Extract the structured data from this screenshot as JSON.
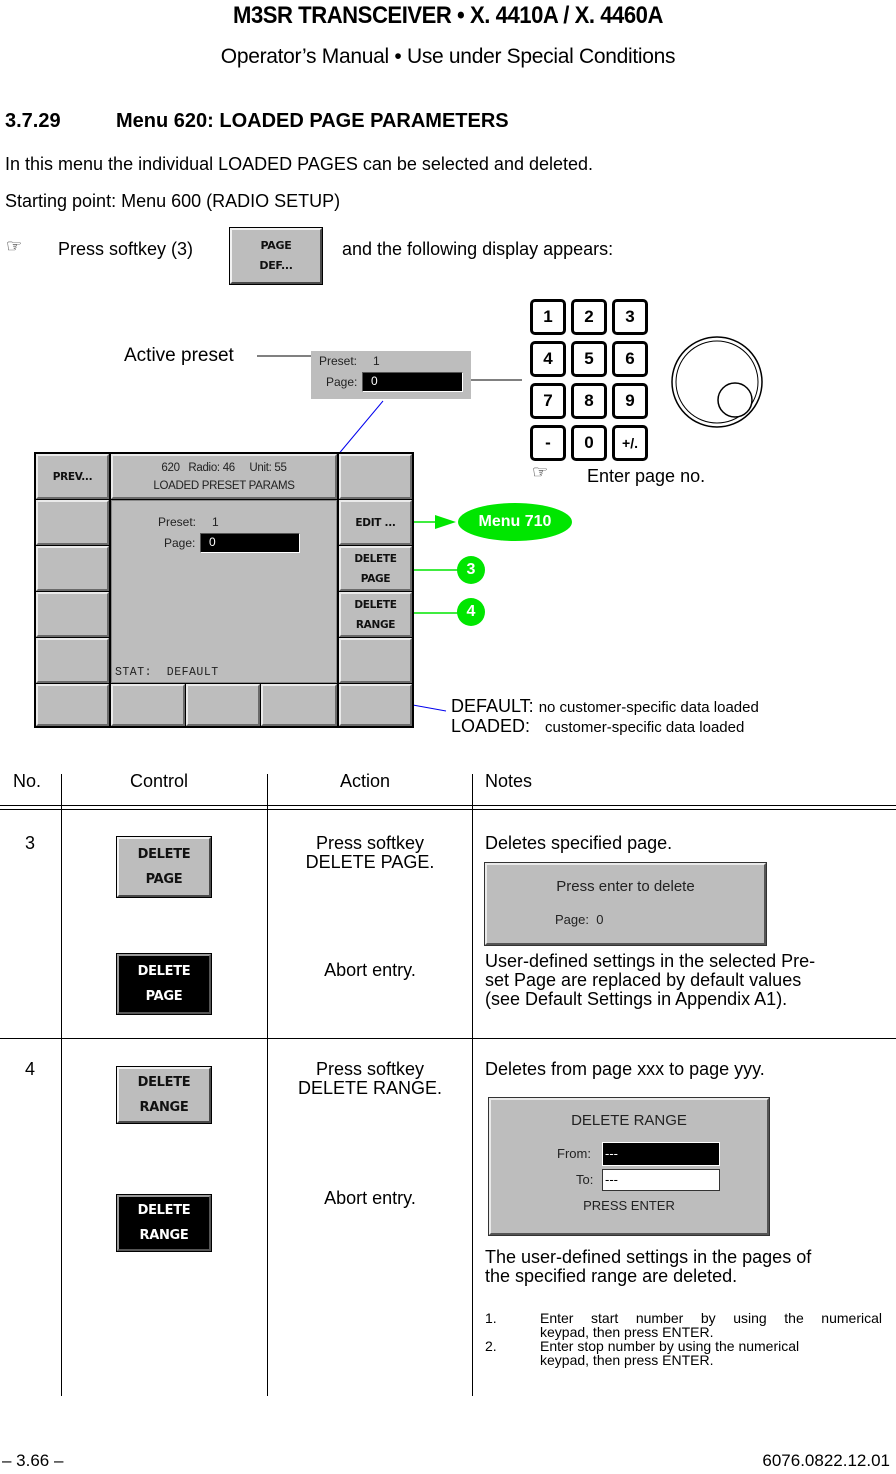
{
  "header": {
    "title": "M3SR TRANSCEIVER   •   X. 4410A / X. 4460A",
    "subtitle": "Operator’s Manual  •  Use under Special Conditions"
  },
  "section": {
    "number": "3.7.29",
    "title": "Menu 620: LOADED PAGE PARAMETERS"
  },
  "intro": {
    "line1": "In this menu the individual LOADED PAGES can be selected and deleted.",
    "line2": "Starting point: Menu 600 (RADIO SETUP)",
    "hand_icon": "☞",
    "press_text": "Press softkey (3)",
    "softkey_line1": "PAGE",
    "softkey_line2": "DEF...",
    "after_text": "and the following display appears:"
  },
  "diagram": {
    "active_preset_label": "Active preset",
    "preset_zoom": {
      "preset_label": "Preset:",
      "preset_value": "1",
      "page_label": "Page:",
      "page_value": "0"
    },
    "keypad": [
      "1",
      "2",
      "3",
      "4",
      "5",
      "6",
      "7",
      "8",
      "9",
      "-",
      "0",
      "+/."
    ],
    "enter_hint": "Enter page no.",
    "panel": {
      "left_keys": [
        "PREV...",
        "",
        "",
        ""
      ],
      "header_line1": "620   Radio: 46     Unit: 55",
      "header_line2": "LOADED PRESET PARAMS",
      "preset_label": "Preset:",
      "preset_value": "1",
      "page_label": "Page:",
      "page_value": "0",
      "status": "STAT:  DEFAULT",
      "right_keys": [
        {
          "line1": "",
          "line2": ""
        },
        {
          "line1": "EDIT ...",
          "line2": ""
        },
        {
          "line1": "DELETE",
          "line2": "PAGE"
        },
        {
          "line1": "DELETE",
          "line2": "RANGE"
        },
        {
          "line1": "",
          "line2": ""
        }
      ],
      "bottom_keys": [
        "",
        "",
        "",
        ""
      ]
    },
    "callouts": {
      "menu710": "Menu 710",
      "num3": "3",
      "num4": "4",
      "color": "#00e600"
    },
    "status_legend": {
      "default_key": "DEFAULT:",
      "default_desc": "no customer-specific data loaded",
      "loaded_key": "LOADED:",
      "loaded_desc": "customer-specific data loaded"
    }
  },
  "table": {
    "headers": {
      "no": "No.",
      "control": "Control",
      "action": "Action",
      "notes": "Notes"
    },
    "rows": [
      {
        "no": "3",
        "control_top": {
          "line1": "DELETE",
          "line2": "PAGE"
        },
        "control_bottom": {
          "line1": "DELETE",
          "line2": "PAGE"
        },
        "action_top_1": "Press softkey",
        "action_top_2": "DELETE PAGE.",
        "action_bottom": "Abort entry.",
        "notes_intro": "Deletes specified page.",
        "dialog": {
          "line1": "Press enter to delete",
          "line2": "Page:  0"
        },
        "notes_body_1": "User-defined settings in the selected Pre-",
        "notes_body_2": "set Page are replaced by default values",
        "notes_body_3": "(see Default Settings in Appendix A1)."
      },
      {
        "no": "4",
        "control_top": {
          "line1": "DELETE",
          "line2": "RANGE"
        },
        "control_bottom": {
          "line1": "DELETE",
          "line2": "RANGE"
        },
        "action_top_1": "Press softkey",
        "action_top_2": "DELETE RANGE.",
        "action_bottom": "Abort entry.",
        "notes_intro": "Deletes from page xxx to page yyy.",
        "dialog": {
          "title": "DELETE RANGE",
          "from_label": "From:",
          "from_value": "---",
          "to_label": "To:",
          "to_value": "---",
          "footer": "PRESS ENTER"
        },
        "notes_body_1": "The user-defined settings in the pages of",
        "notes_body_2": "the specified range are deleted.",
        "steps": [
          {
            "num": "1.",
            "line1": "Enter start number by using the numerical",
            "line2": "keypad, then press ENTER."
          },
          {
            "num": "2.",
            "line1": "Enter stop number by using the numerical",
            "line2": "keypad, then press ENTER."
          }
        ]
      }
    ]
  },
  "footer": {
    "page": "– 3.66 –",
    "doc_number": "6076.0822.12.01"
  }
}
